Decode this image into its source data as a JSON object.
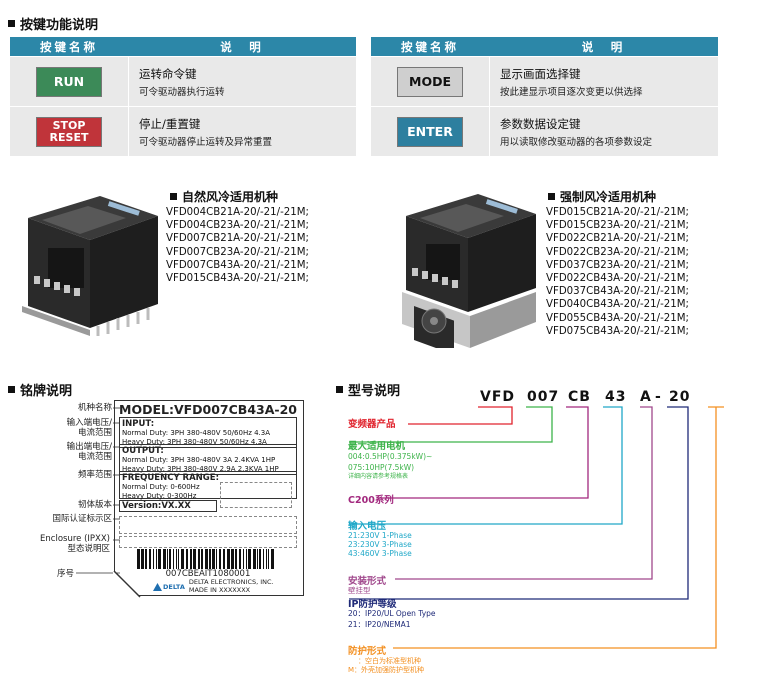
{
  "keys_section": {
    "title": "按键功能说明",
    "header_key": "按键名称",
    "header_desc": "说　明",
    "left": [
      {
        "key": "RUN",
        "color": "#3c8a58",
        "title": "运转命令键",
        "desc": "可令驱动器执行运转"
      },
      {
        "key_line1": "STOP",
        "key_line2": "RESET",
        "color": "#c0343a",
        "title": "停止/重置键",
        "desc": "可令驱动器停止运转及异常重置"
      }
    ],
    "right": [
      {
        "key": "MODE",
        "color": "#cfcfcf",
        "title": "显示画面选择键",
        "desc": "按此建显示项目逐次变更以供选择"
      },
      {
        "key": "ENTER",
        "color": "#2d7f9f",
        "title": "参数数据设定键",
        "desc": "用以读取修改驱动器的各项参数设定"
      }
    ]
  },
  "natural": {
    "title": "自然风冷适用机种",
    "models": [
      "VFD004CB21A-20/-21/-21M;",
      "VFD004CB23A-20/-21/-21M;",
      "VFD007CB21A-20/-21/-21M;",
      "VFD007CB23A-20/-21/-21M;",
      "VFD007CB43A-20/-21/-21M;",
      "VFD015CB43A-20/-21/-21M;"
    ]
  },
  "forced": {
    "title": "强制风冷适用机种",
    "models": [
      "VFD015CB21A-20/-21/-21M;",
      "VFD015CB23A-20/-21/-21M;",
      "VFD022CB21A-20/-21/-21M;",
      "VFD022CB23A-20/-21/-21M;",
      "VFD037CB23A-20/-21/-21M;",
      "VFD022CB43A-20/-21/-21M;",
      "VFD037CB43A-20/-21/-21M;",
      "VFD040CB43A-20/-21/-21M;",
      "VFD055CB43A-20/-21/-21M;",
      "VFD075CB43A-20/-21/-21M;"
    ]
  },
  "nameplate": {
    "title": "铭牌说明",
    "labels": {
      "model": "机种名称",
      "input": "输入端电压/\n电流范围",
      "output": "输出端电压/\n电流范围",
      "freq": "频率范围",
      "version": "韧体版本",
      "cert": "国际认证标示区",
      "enclosure": "Enclosure (IPXX)\n型态说明区",
      "serial": "序号"
    },
    "model": "MODEL:VFD007CB43A-20",
    "input_hd": "INPUT:",
    "input_1": "Normal Duty: 3PH 380-480V 50/60Hz 4.3A",
    "input_2": "Heavy Duty: 3PH 380-480V 50/60Hz 4.3A",
    "output_hd": "OUTPUT:",
    "output_1": "Normal Duty: 3PH 380-480V 3A 2.4KVA 1HP",
    "output_2": "Heavy Duty: 3PH 380-480V 2.9A 2.3KVA 1HP",
    "freq_hd": "FREQUENCY RANGE:",
    "freq_1": "Normal Duty: 0-600Hz",
    "freq_2": "Heavy Duty: 0-300Hz",
    "version": "Version:VX.XX",
    "serial": "007CBEAIT1080001",
    "company": "DELTA ELECTRONICS, INC.",
    "made_in": "MADE IN XXXXXXX",
    "logo": "DELTA"
  },
  "typecode": {
    "title": "型号说明",
    "parts": [
      "VFD",
      "007",
      "CB",
      "43",
      "A",
      "-",
      "20"
    ],
    "colors": {
      "red": "#e0232d",
      "green": "#3db34a",
      "purple": "#a2287e",
      "cyan": "#20a8c8",
      "violet": "#a0488c",
      "navy": "#1f2a78",
      "orange": "#f39022"
    },
    "product": "变频器产品",
    "motor": "最大适用电机",
    "motor_1": "004:0.5HP(0.375kW)~",
    "motor_2": "075:10HP(7.5kW)",
    "motor_3": "详细内容请参考规格表",
    "series": "C200系列",
    "voltage": "输入电压",
    "voltage_1": "21:230V 1-Phase",
    "voltage_2": "23:230V 3-Phase",
    "voltage_3": "43:460V 3-Phase",
    "mount": "安装形式",
    "mount_1": "壁挂型",
    "ip": "IP防护等级",
    "ip_1": "20：IP20/UL Open Type",
    "ip_2": "21：IP20/NEMA1",
    "protect": "防护形式",
    "protect_1": "：空白为标准型机种",
    "protect_2": "M：外壳加强防护型机种"
  }
}
